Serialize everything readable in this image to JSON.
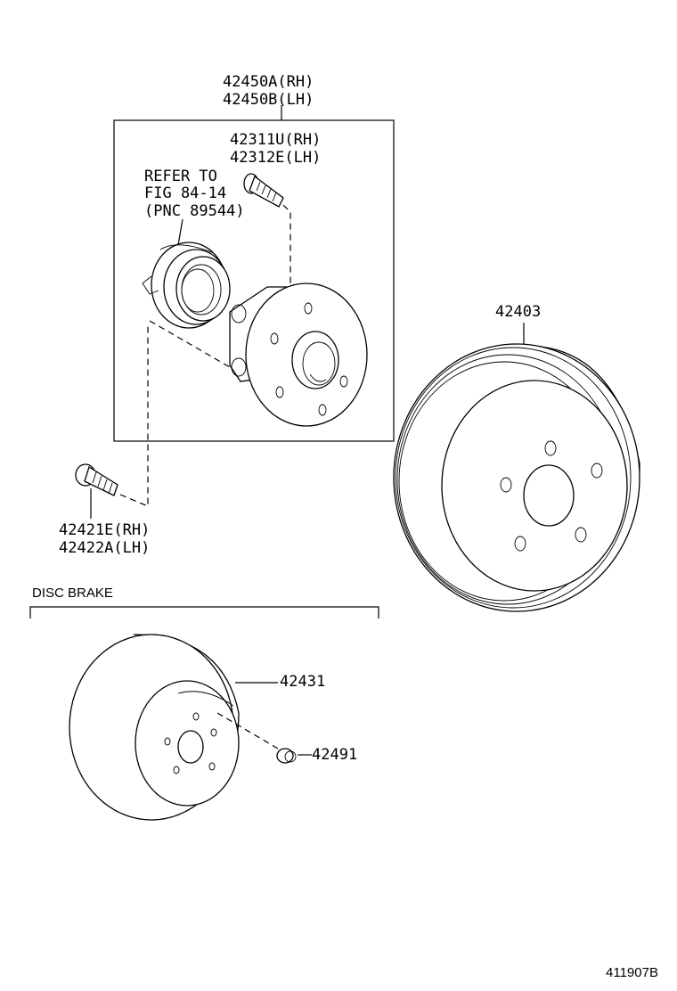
{
  "labels": {
    "hub_assembly_rh": "42450A(RH)",
    "hub_assembly_lh": "42450B(LH)",
    "hub_bolt_rh": "42311U(RH)",
    "hub_bolt_lh": "42312E(LH)",
    "refer_line1": "REFER TO",
    "refer_line2": "FIG 84-14",
    "refer_line3": "(PNC 89544)",
    "drum": "42403",
    "mount_bolt_rh": "42421E(RH)",
    "mount_bolt_lh": "42422A(LH)",
    "disc_brake_section": "DISC BRAKE",
    "disc": "42431",
    "disc_screw": "42491",
    "figure_id": "411907B"
  }
}
